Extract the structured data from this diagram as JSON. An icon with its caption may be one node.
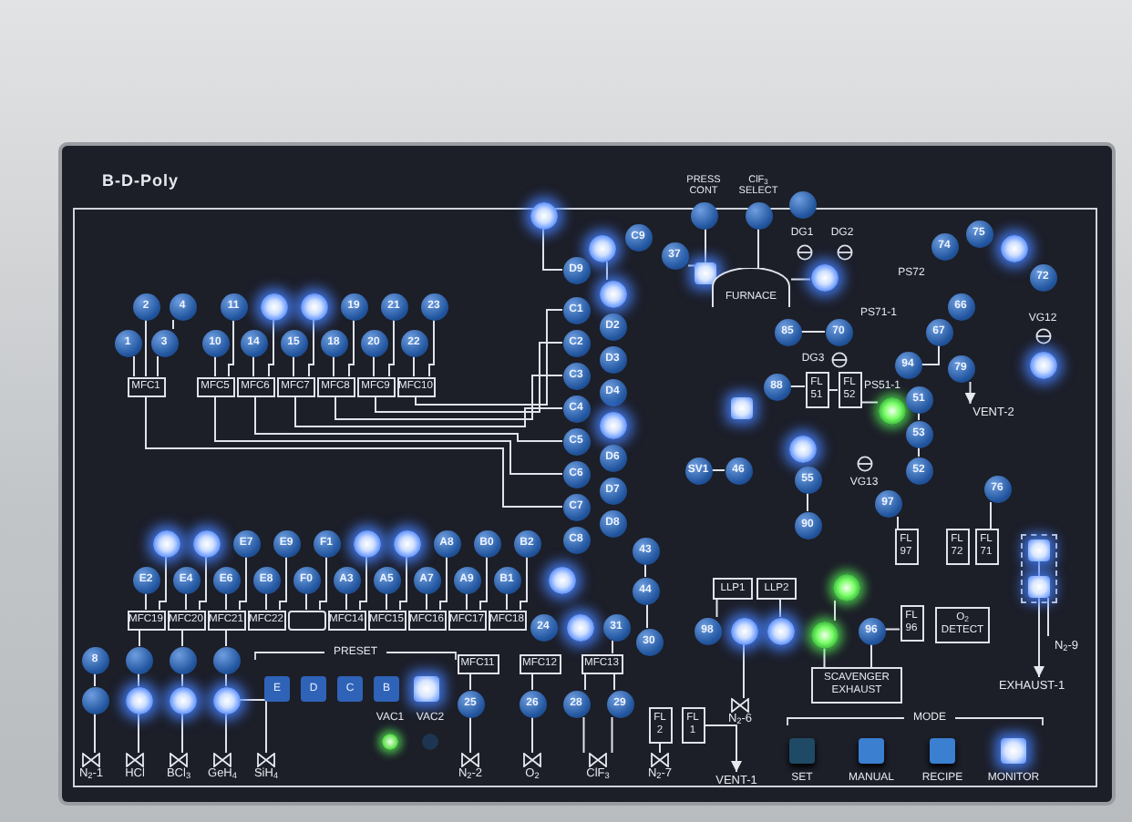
{
  "diagram": {
    "title": "B-D-Poly",
    "nodes": [
      {
        "text": [
          "2"
        ]
      },
      {
        "text": [
          "4"
        ]
      },
      {
        "text": [
          "11"
        ]
      },
      {
        "text": [],
        "shape": "circle"
      },
      {
        "text": [],
        "shape": "circle"
      },
      {
        "text": [
          "19"
        ]
      },
      {
        "text": [
          "21"
        ]
      },
      {
        "text": [
          "23"
        ]
      },
      {
        "text": [
          "1"
        ]
      },
      {
        "text": [
          "3"
        ]
      },
      {
        "text": [
          "10"
        ]
      },
      {
        "text": [
          "14"
        ]
      },
      {
        "text": [
          "15"
        ]
      },
      {
        "text": [
          "18"
        ]
      },
      {
        "text": [
          "20"
        ]
      },
      {
        "text": [
          "22"
        ]
      },
      {
        "text": [
          "MFC1"
        ]
      },
      {
        "text": [
          "MFC5"
        ]
      },
      {
        "text": [
          "MFC6"
        ]
      },
      {
        "text": [
          "MFC7"
        ]
      },
      {
        "text": [
          "MFC8"
        ]
      },
      {
        "text": [
          "MFC9"
        ]
      },
      {
        "text": [
          "MFC10"
        ]
      },
      {
        "text": [],
        "shape": "circle"
      },
      {
        "text": [],
        "shape": "circle",
        "beside": [
          "PRESS CONT"
        ]
      },
      {
        "text": [],
        "shape": "circle",
        "beside": [
          "ClF$_{3}$ SELECT"
        ]
      },
      {
        "text": [],
        "shape": "circle"
      },
      {
        "text": [
          "C9"
        ]
      },
      {
        "text": [],
        "shape": "circle"
      },
      {
        "text": [
          "37"
        ]
      },
      {
        "text": [],
        "shape": "box"
      },
      {
        "text": [
          "FURNACE"
        ]
      },
      {
        "text": [],
        "shape": "circle"
      },
      {
        "text": [
          "74"
        ]
      },
      {
        "text": [
          "75"
        ]
      },
      {
        "text": [],
        "shape": "circle"
      },
      {
        "text": [
          "72"
        ]
      },
      {
        "text": [
          "D9"
        ]
      },
      {
        "text": [],
        "shape": "circle"
      },
      {
        "text": [
          "66"
        ]
      },
      {
        "text": [
          "C1"
        ]
      },
      {
        "text": [
          "D2"
        ]
      },
      {
        "text": [
          "C2"
        ]
      },
      {
        "text": [
          "D3"
        ]
      },
      {
        "text": [
          "C3"
        ]
      },
      {
        "text": [
          "D4"
        ]
      },
      {
        "text": [
          "C4"
        ]
      },
      {
        "text": [],
        "shape": "circle"
      },
      {
        "text": [
          "C5"
        ]
      },
      {
        "text": [
          "D6"
        ]
      },
      {
        "text": [
          "C6"
        ]
      },
      {
        "text": [
          "D7"
        ]
      },
      {
        "text": [
          "C7"
        ]
      },
      {
        "text": [
          "D8"
        ]
      },
      {
        "text": [
          "C8"
        ]
      },
      {
        "text": [
          "85"
        ]
      },
      {
        "text": [
          "70"
        ]
      },
      {
        "text": [
          "67"
        ]
      },
      {
        "text": [
          "79"
        ]
      },
      {
        "text": [
          "94"
        ]
      },
      {
        "text": [],
        "shape": "circle"
      },
      {
        "text": [
          "88"
        ]
      },
      {
        "text": [
          "FL 51"
        ]
      },
      {
        "text": [
          "FL 52"
        ]
      },
      {
        "text": [],
        "shape": "circle"
      },
      {
        "text": [
          "51"
        ]
      },
      {
        "text": [
          "VENT-2"
        ]
      },
      {
        "text": [],
        "shape": "box"
      },
      {
        "text": [],
        "shape": "circle"
      },
      {
        "text": [
          "53"
        ]
      },
      {
        "text": [
          "SV1"
        ]
      },
      {
        "text": [
          "46"
        ]
      },
      {
        "text": [
          "52"
        ]
      },
      {
        "text": [
          "76"
        ]
      },
      {
        "text": [
          "55"
        ]
      },
      {
        "text": [
          "90"
        ]
      },
      {
        "text": [
          "97"
        ]
      },
      {
        "text": [
          "FL 97"
        ]
      },
      {
        "text": [
          "FL 72"
        ]
      },
      {
        "text": [
          "FL 71"
        ]
      },
      {
        "text": [],
        "shape": "box"
      },
      {
        "text": [],
        "shape": "box"
      },
      {
        "text": [
          "43"
        ]
      },
      {
        "text": [],
        "shape": "circle"
      },
      {
        "text": [
          "44"
        ]
      },
      {
        "text": [
          "LLP1"
        ]
      },
      {
        "text": [
          "LLP2"
        ]
      },
      {
        "text": [],
        "shape": "circle"
      },
      {
        "text": [
          "24"
        ]
      },
      {
        "text": [],
        "shape": "circle"
      },
      {
        "text": [
          "31"
        ]
      },
      {
        "text": [
          "98"
        ]
      },
      {
        "text": [],
        "shape": "circle"
      },
      {
        "text": [],
        "shape": "circle"
      },
      {
        "text": [],
        "shape": "circle"
      },
      {
        "text": [
          "96"
        ]
      },
      {
        "text": [
          "FL 96"
        ]
      },
      {
        "text": [
          "O$_{2}$ DETECT"
        ]
      },
      {
        "text": [
          "N$_{2}$-9"
        ]
      },
      {
        "text": [
          "30"
        ]
      },
      {
        "text": [],
        "shape": "circle"
      },
      {
        "text": [],
        "shape": "circle"
      },
      {
        "text": [
          "E7"
        ]
      },
      {
        "text": [
          "E9"
        ]
      },
      {
        "text": [
          "F1"
        ]
      },
      {
        "text": [],
        "shape": "circle"
      },
      {
        "text": [],
        "shape": "circle"
      },
      {
        "text": [
          "A8"
        ]
      },
      {
        "text": [
          "B0"
        ]
      },
      {
        "text": [
          "B2"
        ]
      },
      {
        "text": [
          "E2"
        ]
      },
      {
        "text": [
          "E4"
        ]
      },
      {
        "text": [
          "E6"
        ]
      },
      {
        "text": [
          "E8"
        ]
      },
      {
        "text": [
          "F0"
        ]
      },
      {
        "text": [
          "A3"
        ]
      },
      {
        "text": [
          "A5"
        ]
      },
      {
        "text": [
          "A7"
        ]
      },
      {
        "text": [
          "A9"
        ]
      },
      {
        "text": [
          "B1"
        ]
      },
      {
        "text": [
          "MFC19"
        ]
      },
      {
        "text": [
          "MFC20"
        ]
      },
      {
        "text": [
          "MFC21"
        ]
      },
      {
        "text": [
          "MFC22"
        ]
      },
      {
        "text": [],
        "shape": "box"
      },
      {
        "text": [
          "MFC14"
        ]
      },
      {
        "text": [
          "MFC15"
        ]
      },
      {
        "text": [
          "MFC16"
        ]
      },
      {
        "text": [
          "MFC17"
        ]
      },
      {
        "text": [
          "MFC18"
        ]
      },
      {
        "text": [
          "MFC11"
        ]
      },
      {
        "text": [
          "MFC12"
        ]
      },
      {
        "text": [
          "MFC13"
        ]
      },
      {
        "text": [
          "SCAVENGER EXHAUST"
        ]
      },
      {
        "text": [
          "EXHAUST-1"
        ]
      },
      {
        "text": [
          "8"
        ]
      },
      {
        "text": [],
        "shape": "circle"
      },
      {
        "text": [],
        "shape": "circle"
      },
      {
        "text": [],
        "shape": "circle"
      },
      {
        "text": [],
        "shape": "circle"
      },
      {
        "text": [],
        "shape": "circle"
      },
      {
        "text": [],
        "shape": "circle"
      },
      {
        "text": [],
        "shape": "circle"
      },
      {
        "text": [
          "25"
        ]
      },
      {
        "text": [
          "26"
        ]
      },
      {
        "text": [
          "28"
        ]
      },
      {
        "text": [
          "29"
        ]
      },
      {
        "text": [
          "N$_{2}$-6"
        ]
      },
      {
        "text": [
          "FL 2"
        ]
      },
      {
        "text": [
          "FL 1"
        ]
      },
      {
        "text": [
          "VENT-1"
        ]
      },
      {
        "text": [
          "N$_{2}$-1"
        ]
      },
      {
        "text": [
          "HCl"
        ]
      },
      {
        "text": [
          "BCl$_{3}$"
        ]
      },
      {
        "text": [
          "GeH$_{4}$"
        ]
      },
      {
        "text": [
          "SiH$_{4}$"
        ]
      },
      {
        "text": [
          "N$_{2}$-2"
        ]
      },
      {
        "text": [
          "O$_{2}$"
        ]
      },
      {
        "text": [
          "ClF$_{3}$"
        ]
      },
      {
        "text": [
          "N$_{2}$-7"
        ]
      },
      {
        "text": [],
        "shape": "box"
      },
      {
        "text": [],
        "shape": "box"
      }
    ],
    "edges": [
      {
        "from": 8,
        "to": 16,
        "arrow": "none"
      },
      {
        "from": 0,
        "to": 16,
        "arrow": "none"
      },
      {
        "from": 9,
        "to": 16,
        "arrow": "none"
      },
      {
        "from": 1,
        "to": 9,
        "arrow": "none"
      },
      {
        "from": 10,
        "to": 17,
        "arrow": "none"
      },
      {
        "from": 2,
        "to": 17,
        "arrow": "none"
      },
      {
        "from": 11,
        "to": 18,
        "arrow": "none"
      },
      {
        "from": 3,
        "to": 18,
        "arrow": "none"
      },
      {
        "from": 12,
        "to": 19,
        "arrow": "none"
      },
      {
        "from": 4,
        "to": 19,
        "arrow": "none"
      },
      {
        "from": 13,
        "to": 20,
        "arrow": "none"
      },
      {
        "from": 5,
        "to": 20,
        "arrow": "none"
      },
      {
        "from": 14,
        "to": 21,
        "arrow": "none"
      },
      {
        "from": 6,
        "to": 21,
        "arrow": "none"
      },
      {
        "from": 15,
        "to": 22,
        "arrow": "none"
      },
      {
        "from": 7,
        "to": 22,
        "arrow": "none"
      },
      {
        "from": 22,
        "to": 40,
        "arrow": "none"
      },
      {
        "from": 21,
        "to": 42,
        "arrow": "none"
      },
      {
        "from": 20,
        "to": 44,
        "arrow": "none"
      },
      {
        "from": 19,
        "to": 46,
        "arrow": "none"
      },
      {
        "from": 18,
        "to": 48,
        "arrow": "none"
      },
      {
        "from": 17,
        "to": 50,
        "arrow": "none"
      },
      {
        "from": 16,
        "to": 52,
        "arrow": "none"
      },
      {
        "from": 110,
        "to": 120,
        "arrow": "none"
      },
      {
        "from": 111,
        "to": 121,
        "arrow": "none"
      },
      {
        "from": 112,
        "to": 122,
        "arrow": "none"
      },
      {
        "from": 113,
        "to": 123,
        "arrow": "none"
      },
      {
        "from": 114,
        "to": 124,
        "arrow": "none"
      },
      {
        "from": 115,
        "to": 125,
        "arrow": "none"
      },
      {
        "from": 116,
        "to": 126,
        "arrow": "none"
      },
      {
        "from": 117,
        "to": 127,
        "arrow": "none"
      },
      {
        "from": 118,
        "to": 128,
        "arrow": "none"
      },
      {
        "from": 119,
        "to": 129,
        "arrow": "none"
      },
      {
        "from": 100,
        "to": 120,
        "arrow": "none"
      },
      {
        "from": 101,
        "to": 121,
        "arrow": "none"
      },
      {
        "from": 102,
        "to": 122,
        "arrow": "none"
      },
      {
        "from": 103,
        "to": 123,
        "arrow": "none"
      },
      {
        "from": 104,
        "to": 124,
        "arrow": "none"
      },
      {
        "from": 105,
        "to": 125,
        "arrow": "none"
      },
      {
        "from": 106,
        "to": 126,
        "arrow": "none"
      },
      {
        "from": 107,
        "to": 127,
        "arrow": "none"
      },
      {
        "from": 108,
        "to": 128,
        "arrow": "none"
      },
      {
        "from": 109,
        "to": 129,
        "arrow": "none"
      },
      {
        "from": 151,
        "to": 139,
        "arrow": "none"
      },
      {
        "from": 152,
        "to": 140,
        "arrow": "none"
      },
      {
        "from": 153,
        "to": 141,
        "arrow": "none"
      },
      {
        "from": 154,
        "to": 142,
        "arrow": "none"
      },
      {
        "from": 155,
        "to": 142,
        "arrow": "none"
      },
      {
        "from": 139,
        "to": 135,
        "arrow": "none"
      },
      {
        "from": 140,
        "to": 136,
        "arrow": "none"
      },
      {
        "from": 141,
        "to": 137,
        "arrow": "none"
      },
      {
        "from": 142,
        "to": 138,
        "arrow": "none"
      },
      {
        "from": 136,
        "to": 120,
        "arrow": "none"
      },
      {
        "from": 137,
        "to": 121,
        "arrow": "none"
      },
      {
        "from": 138,
        "to": 122,
        "arrow": "none"
      },
      {
        "from": 156,
        "to": 143,
        "arrow": "none"
      },
      {
        "from": 157,
        "to": 144,
        "arrow": "none"
      },
      {
        "from": 158,
        "to": 145,
        "arrow": "none"
      },
      {
        "from": 158,
        "to": 146,
        "arrow": "none"
      },
      {
        "from": 143,
        "to": 130,
        "arrow": "none"
      },
      {
        "from": 144,
        "to": 131,
        "arrow": "none"
      },
      {
        "from": 145,
        "to": 132,
        "arrow": "none"
      },
      {
        "from": 146,
        "to": 132,
        "arrow": "none"
      },
      {
        "from": 132,
        "to": 90,
        "arrow": "none"
      },
      {
        "from": 29,
        "to": 30,
        "arrow": "none"
      },
      {
        "from": 24,
        "to": 30,
        "arrow": "none"
      },
      {
        "from": 25,
        "to": 31,
        "arrow": "none"
      },
      {
        "from": 32,
        "to": 31,
        "arrow": "none"
      },
      {
        "from": 55,
        "to": 56,
        "arrow": "none"
      },
      {
        "from": 61,
        "to": 62,
        "arrow": "none"
      },
      {
        "from": 62,
        "to": 63,
        "arrow": "none"
      },
      {
        "from": 63,
        "to": 64,
        "arrow": "none"
      },
      {
        "from": 57,
        "to": 59,
        "arrow": "none"
      },
      {
        "from": 58,
        "to": 66,
        "arrow": "to"
      },
      {
        "from": 65,
        "to": 69,
        "arrow": "none"
      },
      {
        "from": 69,
        "to": 72,
        "arrow": "none"
      },
      {
        "from": 70,
        "to": 71,
        "arrow": "none"
      },
      {
        "from": 74,
        "to": 75,
        "arrow": "none"
      },
      {
        "from": 76,
        "to": 77,
        "arrow": "none"
      },
      {
        "from": 73,
        "to": 79,
        "arrow": "none"
      },
      {
        "from": 80,
        "to": 81,
        "arrow": "none"
      },
      {
        "from": 98,
        "to": 81,
        "arrow": "none"
      },
      {
        "from": 81,
        "to": 134,
        "arrow": "to"
      },
      {
        "from": 85,
        "to": 91,
        "arrow": "none"
      },
      {
        "from": 86,
        "to": 93,
        "arrow": "none"
      },
      {
        "from": 92,
        "to": 147,
        "arrow": "none"
      },
      {
        "from": 94,
        "to": 133,
        "arrow": "none"
      },
      {
        "from": 95,
        "to": 133,
        "arrow": "none"
      },
      {
        "from": 96,
        "to": 95,
        "arrow": "none"
      },
      {
        "from": 82,
        "to": 84,
        "arrow": "none"
      },
      {
        "from": 84,
        "to": 99,
        "arrow": "none"
      },
      {
        "from": 149,
        "to": 150,
        "arrow": "to"
      },
      {
        "from": 159,
        "to": 148,
        "arrow": "none"
      },
      {
        "from": 87,
        "to": 94,
        "arrow": "none"
      },
      {
        "from": 23,
        "to": 37,
        "arrow": "none"
      },
      {
        "from": 28,
        "to": 38,
        "arrow": "none"
      }
    ],
    "labels": [
      "DG1",
      "DG2",
      "PS72",
      "PS71-1",
      "VG12",
      "DG3",
      "PS51-1",
      "VG13",
      "PRESET",
      "E",
      "D",
      "C",
      "B",
      "VAC1",
      "VAC2",
      "MODE",
      "SET",
      "MANUAL",
      "RECIPE",
      "MONITOR"
    ]
  }
}
